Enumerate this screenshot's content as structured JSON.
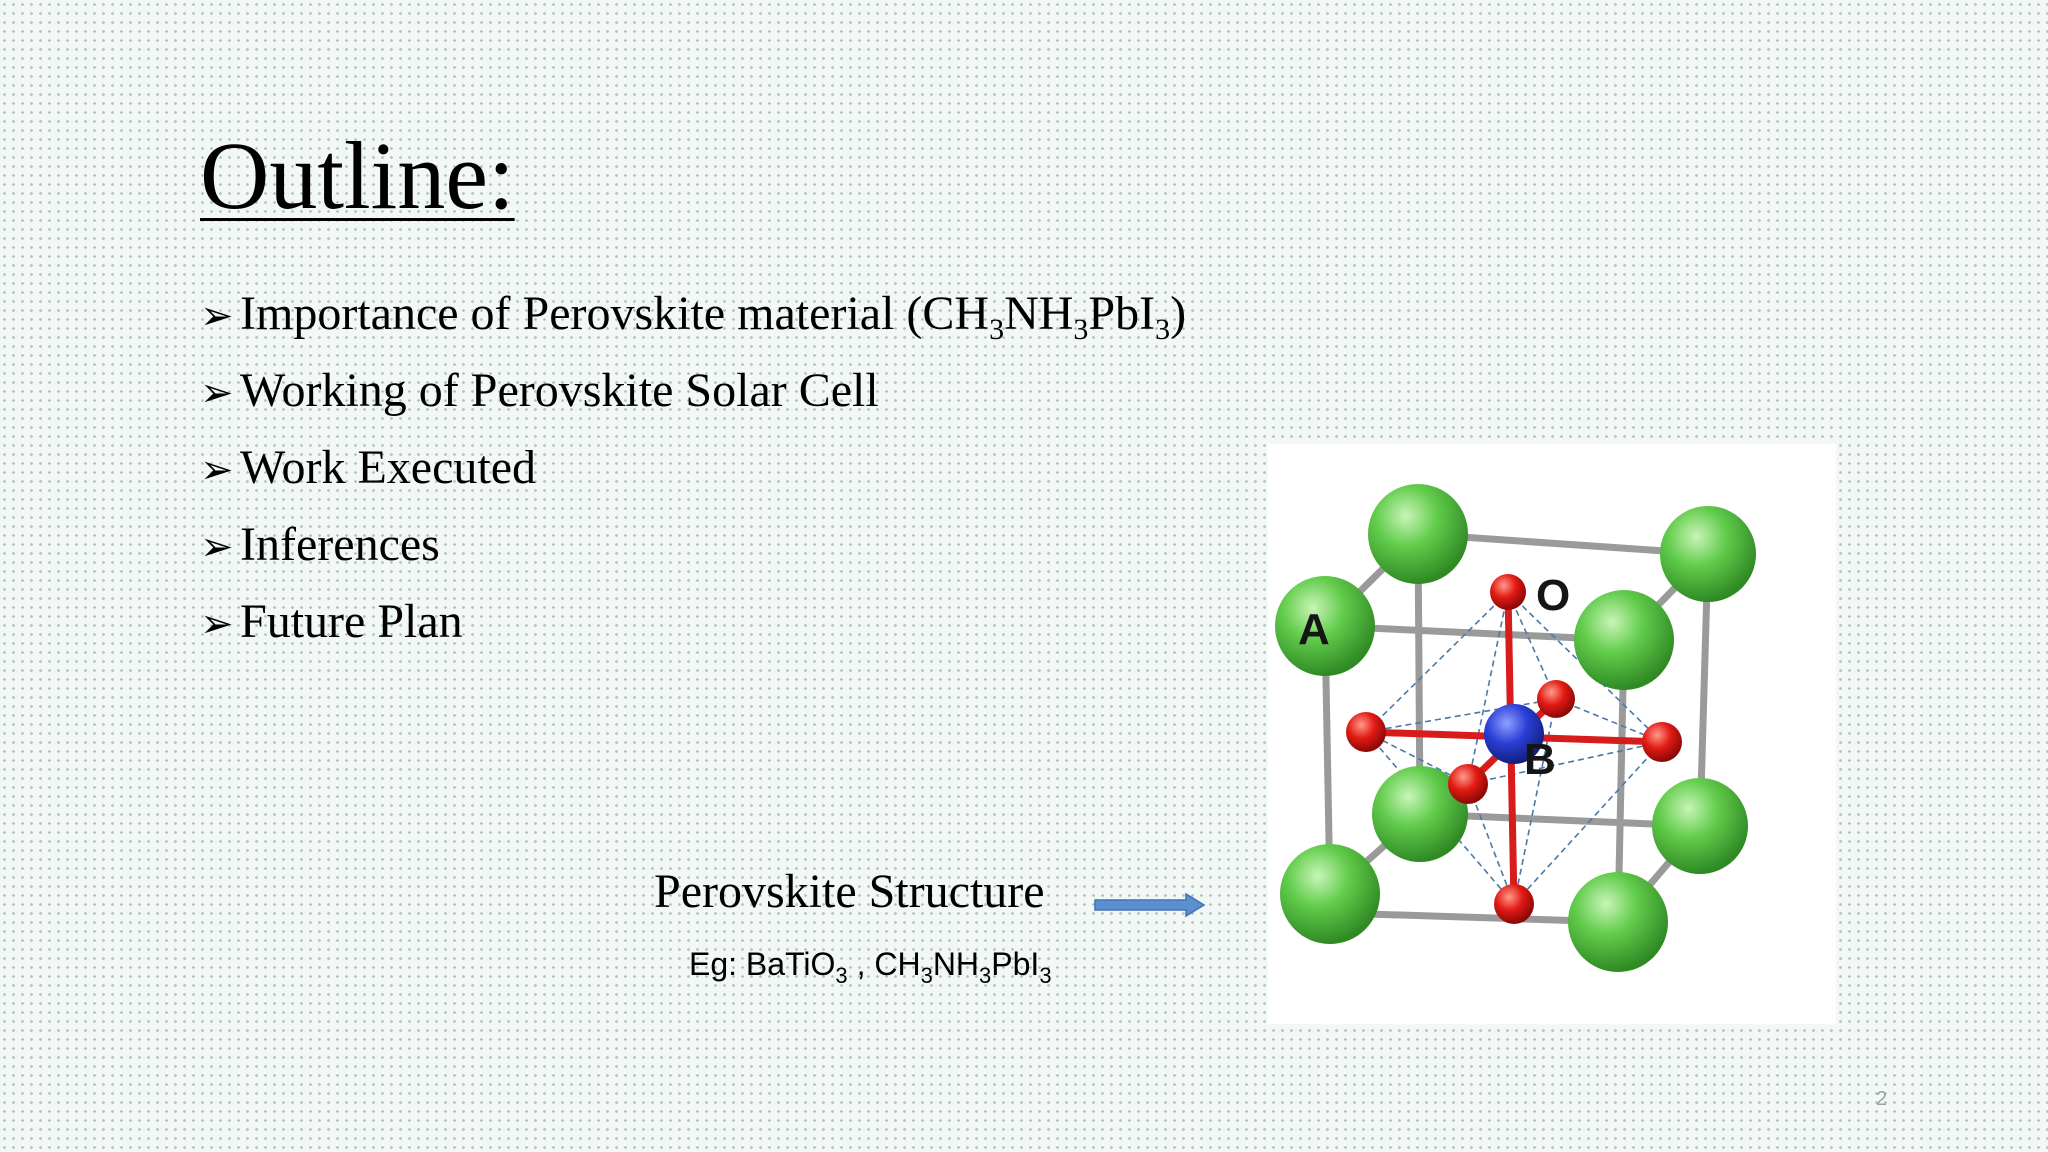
{
  "slide": {
    "title": "Outline:",
    "bullets": [
      {
        "parts": [
          {
            "t": "Importance of Perovskite material (CH"
          },
          {
            "s": "3"
          },
          {
            "t": "NH"
          },
          {
            "s": "3"
          },
          {
            "t": "PbI"
          },
          {
            "s": "3"
          },
          {
            "t": ")"
          }
        ]
      },
      {
        "parts": [
          {
            "t": "Working of Perovskite Solar Cell"
          }
        ]
      },
      {
        "parts": [
          {
            "t": "Work Executed"
          }
        ]
      },
      {
        "parts": [
          {
            "t": "Inferences"
          }
        ]
      },
      {
        "parts": [
          {
            "t": "Future Plan"
          }
        ]
      }
    ],
    "bullet_glyph": "➢",
    "caption": "Perovskite Structure",
    "example_parts": [
      {
        "t": "Eg: BaTiO"
      },
      {
        "s": "3"
      },
      {
        "t": " , CH"
      },
      {
        "s": "3"
      },
      {
        "t": "NH"
      },
      {
        "s": "3"
      },
      {
        "t": "PbI"
      },
      {
        "s": "3"
      }
    ],
    "figure_labels": {
      "a": "A",
      "b": "B",
      "o": "O"
    },
    "page_number": "2",
    "colors": {
      "arrow": "#5b8fd0",
      "a_atom": "#5cc848",
      "b_atom": "#2640c8",
      "o_atom": "#e01818",
      "bond": "#d81c1c"
    }
  }
}
